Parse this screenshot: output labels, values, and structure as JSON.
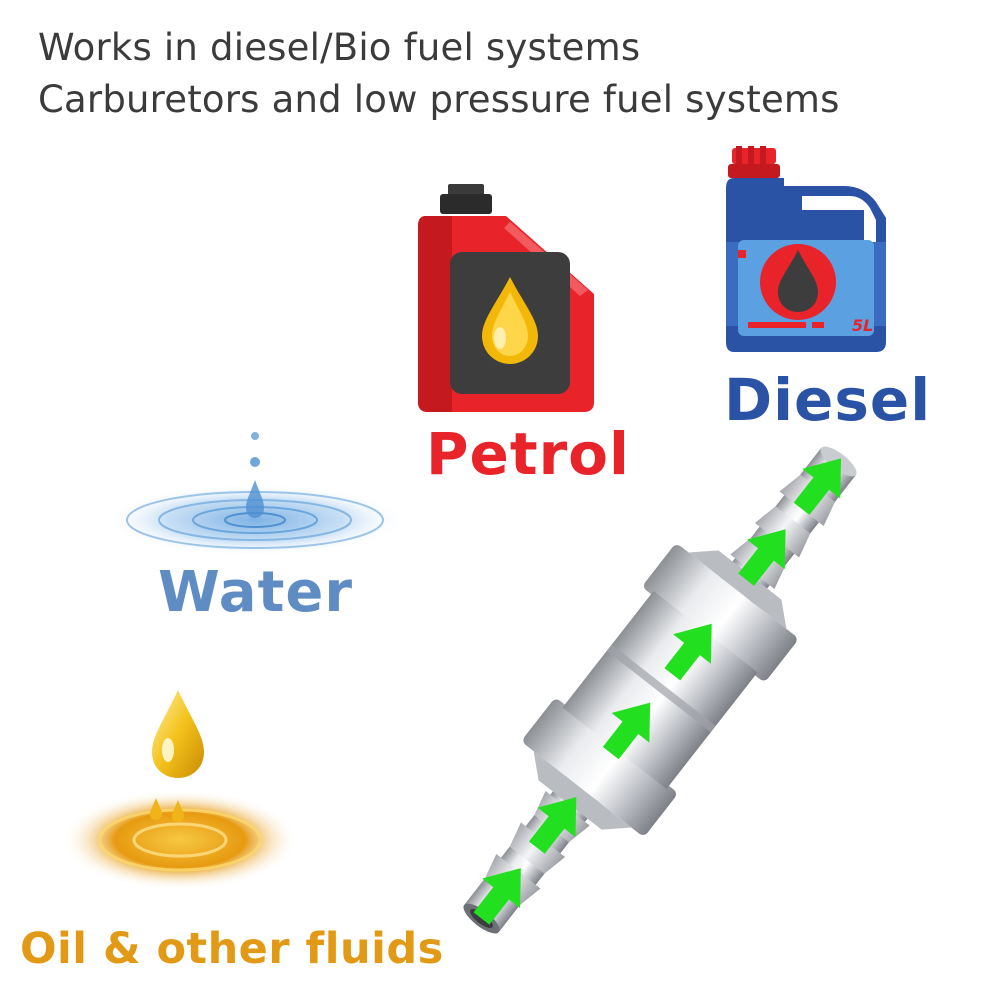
{
  "header": {
    "line1": "Works in diesel/Bio fuel systems",
    "line2": "Carburetors and low pressure fuel systems"
  },
  "labels": {
    "petrol": "Petrol",
    "diesel": "Diesel",
    "water": "Water",
    "oil": "Oil & other fluids"
  },
  "diesel_can": {
    "volume": "5L"
  },
  "colors": {
    "petrol": "#e8242a",
    "diesel": "#2a53a6",
    "water": "#5f8dc3",
    "oil": "#e29a16",
    "arrow": "#22e01f",
    "header_text": "#3b3b3b"
  },
  "icons": [
    "petrol-canister-icon",
    "diesel-canister-icon",
    "water-splash-icon",
    "oil-drop-icon",
    "fuel-check-valve-icon",
    "flow-arrow-icon"
  ]
}
